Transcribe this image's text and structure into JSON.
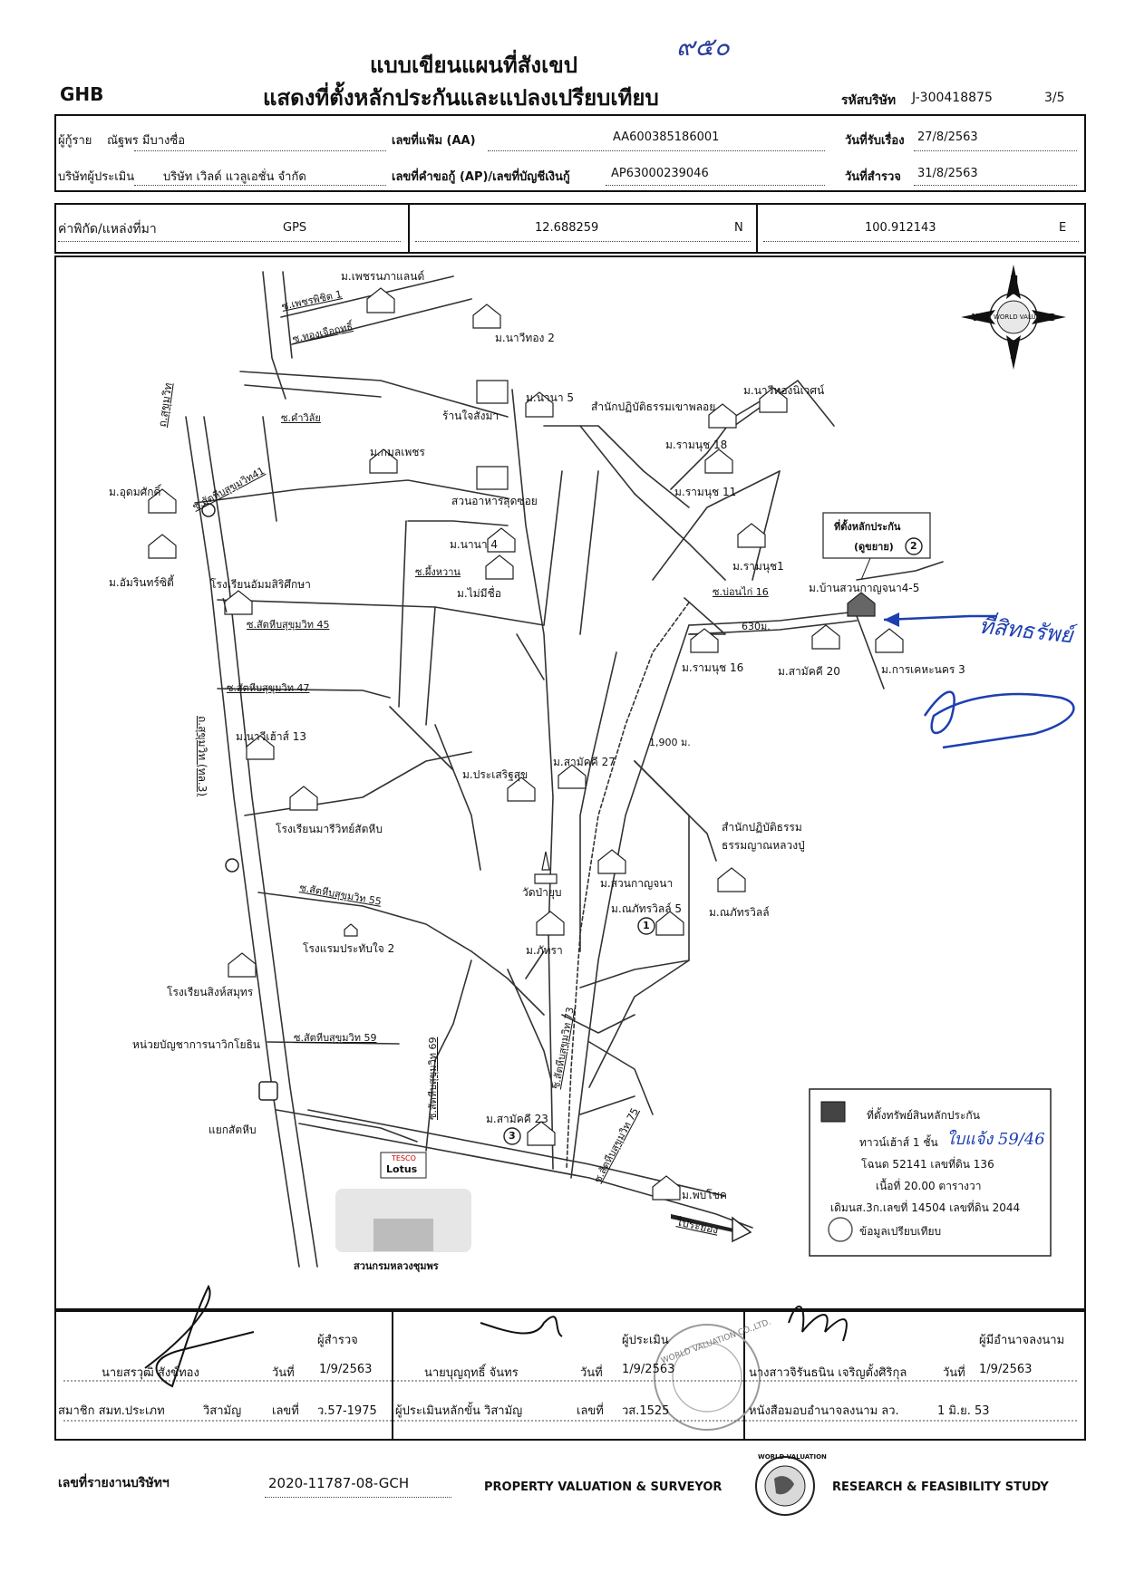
{
  "header": {
    "ghb": "GHB",
    "title_line1": "แบบเขียนแผนที่สังเขป",
    "title_line2": "แสดงที่ตั้งหลักประกันและแปลงเปรียบเทียบ",
    "handwritten_code": "๙๕๐",
    "company_code_label": "รหัสบริษัท",
    "company_code": "J-300418875",
    "page": "3/5"
  },
  "info": {
    "borrower_label": "ผู้กู้ราย",
    "borrower": "ณัฐพร มีบางซื่อ",
    "file_no_label": "เลขที่แฟ้ม (AA)",
    "file_no": "AA600385186001",
    "received_label": "วันที่รับเรื่อง",
    "received": "27/8/2563",
    "appraiser_company_label": "บริษัทผู้ประเมิน",
    "appraiser_company": "บริษัท เวิลด์ แวลูเอชั่น  จำกัด",
    "request_label": "เลขที่คำขอกู้ (AP)/เลขที่บัญชีเงินกู้",
    "request_no": "AP63000239046",
    "survey_label": "วันที่สำรวจ",
    "survey": "31/8/2563"
  },
  "coords": {
    "label": "ค่าพิกัด/แหล่งที่มา",
    "source": "GPS",
    "lat": "12.688259",
    "lat_dir": "N",
    "lon": "100.912143",
    "lon_dir": "E"
  },
  "compass": {
    "n": "N",
    "s": "S",
    "e": "E",
    "w": "W",
    "brand": "WORLD VALUATION"
  },
  "map_labels": {
    "l01": "ม.เพชรนภาแลนด์",
    "l02": "ซ.เพชรพิชิต 1",
    "l03": "ซ.ทองเจือฤทธิ์",
    "l04": "ม.นาวีทอง 2",
    "l05": "ร้านใจสังมา",
    "l06": "ม.นานา 5",
    "l07": "สำนักปฏิบัติธรรมเขาพลอย",
    "l08": "ม.นาวีทองนิเวศน์",
    "l09": "ม.รามนุช 18",
    "l10": "ม.รามนุช 11",
    "l11": "ซ.คำวิลัย",
    "l12": "ถ.สุขุมวิท",
    "l13": "ซ.สัตหีบสุขุมวิท41",
    "l14": "ม.กมลเพชร",
    "l15": "สวนอาหารสุดซอย",
    "l16": "ม.อุดมศักดิ์",
    "l17": "ม.อัมรินทร์ซิตี้",
    "l18": "โรงเรียนอัมมสิริศึกษา",
    "l19": "ม.นานา 4",
    "l20": "ซ.ผึ้งหวาน",
    "l21": "ม.ไม่มีชื่อ",
    "l22": "ม.รามนุช1",
    "l23": "ที่ตั้งหลักประกัน",
    "l24": "(ดูขยาย)",
    "l25": "ม.บ้านสวนกาญจนา4-5",
    "l26": "ซ.บ่อนไก่ 16",
    "l27": "630ม.",
    "l28": "ซ.สัตหีบสุขุมวิท 45",
    "l29": "ม.รามนุช 16",
    "l30": "ม.สามัคคี 20",
    "l31": "ม.การเคหะนคร 3",
    "l32": "ซ.สัตหีบสุขุมวิท 47",
    "l33": "ม.นาวีเฮ้าส์ 13",
    "l34": "1,900 ม.",
    "l35": "ถ.สุขุมวิท (ทล.3)",
    "l36": "ม.สามัคคี 27",
    "l37": "ม.ประเสริฐสุข",
    "l38": "โรงเรียนมารีวิทย์สัตหีบ",
    "l39": "สำนักปฏิบัติธรรม",
    "l40": "ธรรมญาณหลวงปู่",
    "l41": "ม.สวนกาญจนา",
    "l42": "วัดป่ายุบ",
    "l43": "ม.ณภัทรวิลล์",
    "l44": "ม.ณภัทรวิลล์ 5",
    "l45": "ซ.สัตหีบสุขุมวิท 55",
    "l46": "โรงแรมประทับใจ 2",
    "l47": "ม.ภัทรา",
    "l48": "โรงเรียนสิงห์สมุทร",
    "l49": "หน่วยบัญชาการนาวิกโยธิน",
    "l50": "ซ.สัตหีบสุขุมวิท 59",
    "l51": "ซ.สัตหีบสุขุมวิท 69",
    "l52": "ซ.สัตหีบสุขุมวิท 73",
    "l53": "ซ.สัตหีบสุขุมวิท 75",
    "l54": "แยกสัตหีบ",
    "l55": "ม.สามัคคี 23",
    "l56": "ม.พบโชค",
    "l57": "ไประยอง",
    "l58": "สวนกรมหลวงชุมพร",
    "tesco_1": "TESCO",
    "tesco_2": "Lotus",
    "m1": "1",
    "m2": "2",
    "m3": "3"
  },
  "annotation": {
    "handwriting": "ที่สิทธรัพย์"
  },
  "legend": {
    "line1": "ที่ตั้งทรัพย์สินหลักประกัน",
    "line2": "ทาวน์เฮ้าส์ 1 ชั้น",
    "line2_hand": "ใบแจ้ง 59/46",
    "line3": "โฉนด 52141 เลขที่ดิน 136",
    "line4": "เนื้อที่ 20.00 ตารางวา",
    "line5": "เดิมนส.3ก.เลขที่ 14504 เลขที่ดิน 2044",
    "line6": "ข้อมูลเปรียบเทียบ"
  },
  "signatures": {
    "inspector_role": "ผู้สำรวจ",
    "inspector_name": "นายสรวุฒิ สังข์ทอง",
    "inspector_date_label": "วันที่",
    "inspector_date": "1/9/2563",
    "inspector_member": "สมาชิก สมท.ประเภท",
    "inspector_level": "วิสามัญ",
    "inspector_no_label": "เลขที่",
    "inspector_no": "ว.57-1975",
    "appraiser_role": "ผู้ประเมิน",
    "appraiser_name": "นายบุญฤทธิ์ จันทร",
    "appraiser_date_label": "วันที่",
    "appraiser_date": "1/9/2563",
    "appraiser_member": "ผู้ประเมินหลักขั้น วิสามัญ",
    "appraiser_no_label": "เลขที่",
    "appraiser_no": "วส.1525",
    "auth_role": "ผู้มีอำนาจลงนาม",
    "auth_name": "นางสาวจิรันธนิน เจริญตั้งศิริกุล",
    "auth_date_label": "วันที่",
    "auth_date": "1/9/2563",
    "auth_letter": "หนังสือมอบอำนาจลงนาม ลว.",
    "auth_letter_date": "1 มิ.ย. 53",
    "stamp_text": "WORLD VALUATION CO.,LTD."
  },
  "footer": {
    "report_label": "เลขที่รายงานบริษัทฯ",
    "report_no": "2020-11787-08-GCH",
    "tagline1": "PROPERTY VALUATION  &  SURVEYOR",
    "tagline2": "RESEARCH  &  FEASIBILITY STUDY",
    "logo_text": "WORLD VALUATION"
  }
}
